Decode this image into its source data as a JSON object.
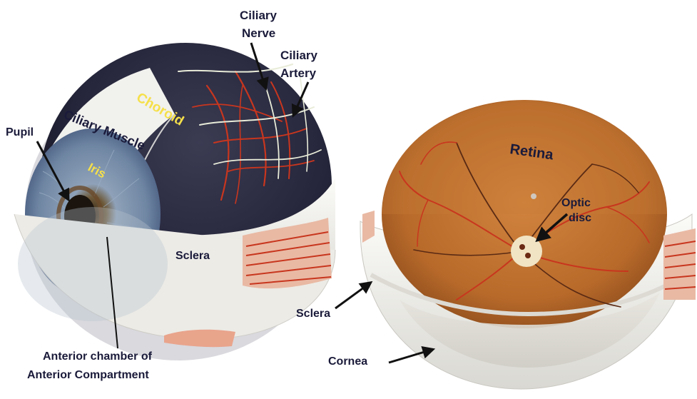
{
  "left_model": {
    "labels": {
      "ciliary_nerve_line1": "Ciliary",
      "ciliary_nerve_line2": "Nerve",
      "ciliary_artery_line1": "Ciliary",
      "ciliary_artery_line2": "Artery",
      "choroid": "Choroid",
      "ciliary_muscle": "Ciliary Muscle",
      "pupil": "Pupil",
      "iris": "Iris",
      "sclera": "Sclera",
      "anterior_chamber_line1": "Anterior chamber of",
      "anterior_chamber_line2": "Anterior Compartment"
    }
  },
  "right_model": {
    "labels": {
      "retina": "Retina",
      "optic_disc_line1": "Optic",
      "optic_disc_line2": "disc",
      "sclera": "Sclera",
      "cornea": "Cornea"
    }
  },
  "colors": {
    "choroid_label": "#f5e04a",
    "iris_label": "#f5e04a",
    "dark_label": "#1a1a3a",
    "sclera": "#f3f2ee",
    "choroid_surface": "#2a2a3e",
    "retina_surface": "#b8672a",
    "vessel_red": "#c8361e",
    "nerve_light": "#e8ecd8",
    "iris_blue": "#7d94ad"
  }
}
